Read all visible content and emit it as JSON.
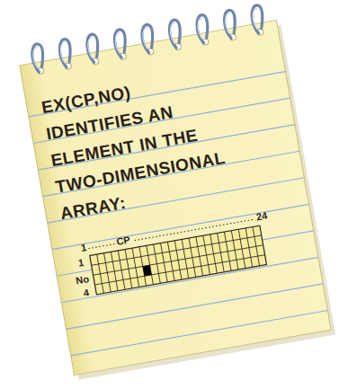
{
  "diagram": {
    "labels": [
      "EX(CP,NO) IDENTIFIES AN ELEMENT IN THE TWO-DIMENSIONAL ARRAY:",
      "1",
      "CP",
      "24",
      "1",
      "No",
      "4"
    ]
  }
}
